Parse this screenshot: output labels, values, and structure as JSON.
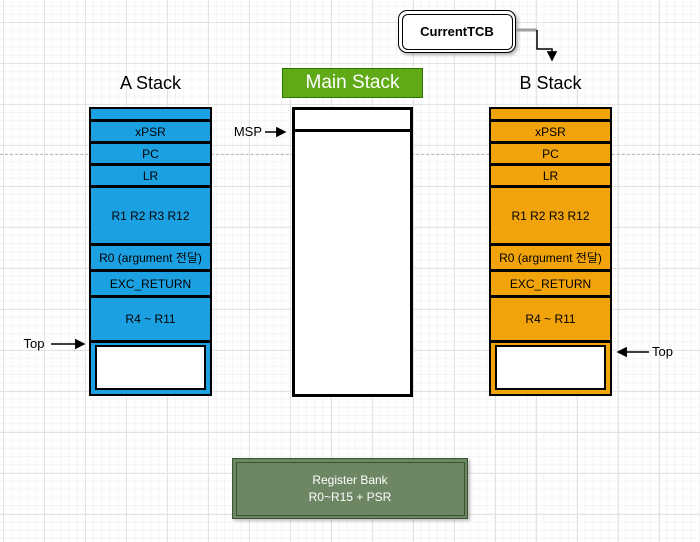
{
  "diagram": {
    "current_tcb": {
      "label": "CurrentTCB"
    },
    "stack_a": {
      "title": "A Stack",
      "fill_color": "#1BA1E2",
      "rows": [
        "xPSR",
        "PC",
        "LR",
        "R1 R2 R3 R12",
        "R0 (argument 전달)",
        "EXC_RETURN",
        "R4 ~ R11"
      ],
      "top_label": "Top"
    },
    "main_stack": {
      "title": "Main Stack",
      "title_bg_color": "#60A917",
      "msp_label": "MSP"
    },
    "stack_b": {
      "title": "B Stack",
      "fill_color": "#F0A30A",
      "rows": [
        "xPSR",
        "PC",
        "LR",
        "R1 R2 R3 R12",
        "R0 (argument 전달)",
        "EXC_RETURN",
        "R4 ~ R11"
      ],
      "top_label": "Top"
    },
    "register_bank": {
      "line1": "Register Bank",
      "line2": "R0~R15 + PSR",
      "fill_color": "#6D8764"
    }
  }
}
